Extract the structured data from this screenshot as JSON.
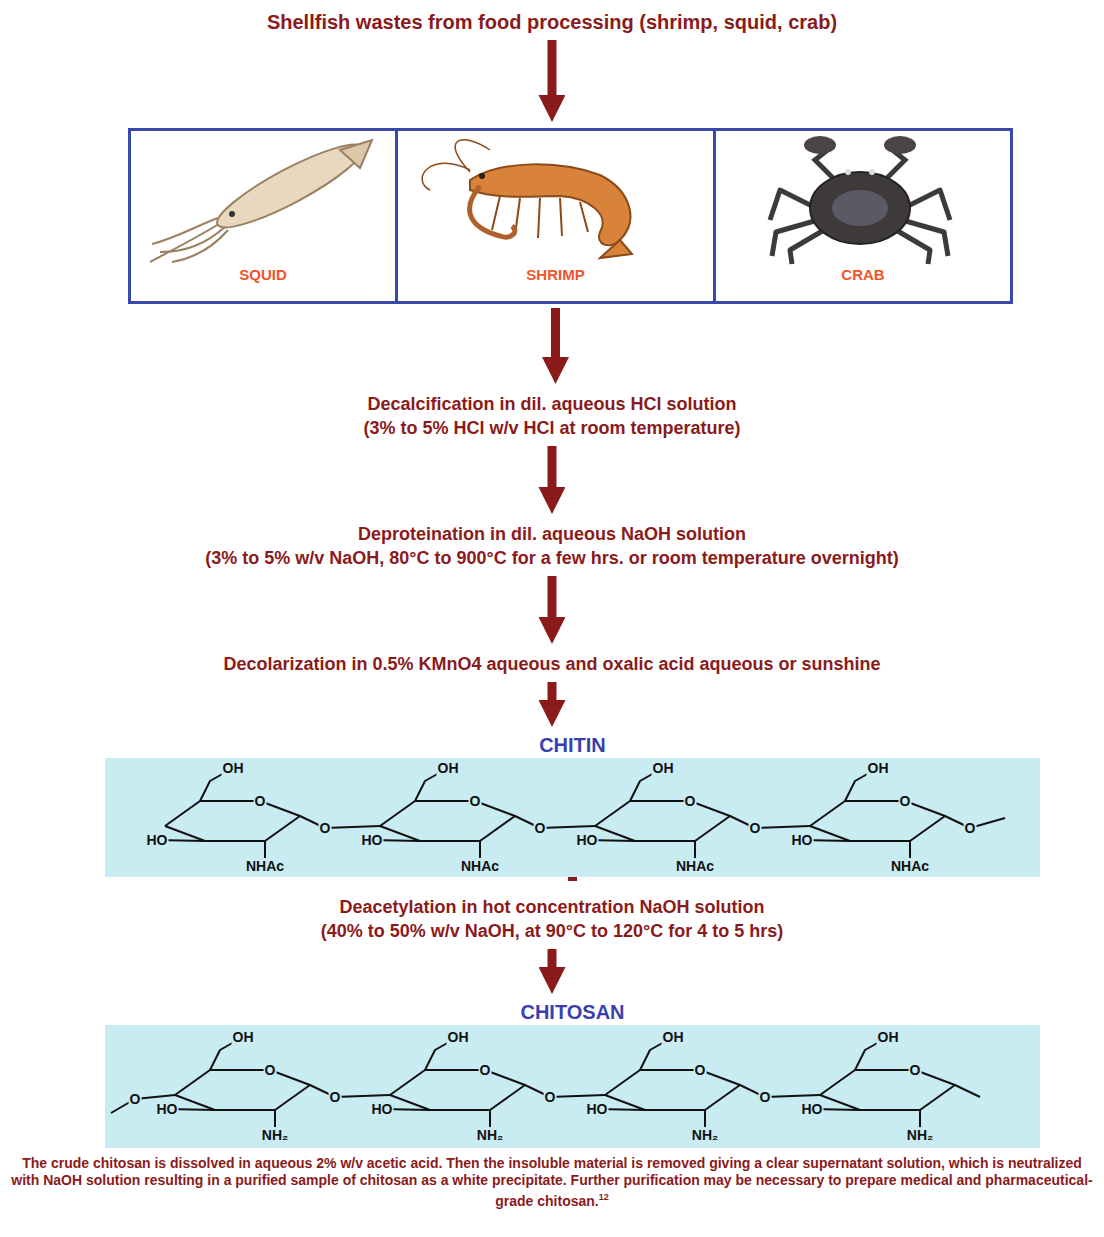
{
  "diagram": {
    "caption": "The crude chitosan is dissolved in aqueous 2% w/v acetic acid. Then the insoluble material is removed giving a clear supernatant solution, which is neutralized with NaOH solution resulting in a purified sample of chitosan as a white precipitate. Further purification may be necessary to prepare medical and pharmaceutical-grade chitosan.",
    "nodes": [
      {
        "text": [
          "Shellfish wastes from food processing (shrimp, squid, crab)"
        ]
      },
      {
        "text": [
          "SQUID"
        ]
      },
      {
        "text": [
          "SHRIMP"
        ]
      },
      {
        "text": [
          "CRAB"
        ]
      },
      {
        "text": [
          "Decalcification in dil. aqueous HCl solution",
          "(3% to 5% HCl w/v HCl at room temperature)"
        ]
      },
      {
        "text": [
          "Deproteination in dil. aqueous NaOH solution",
          "(3% to 5% w/v NaOH, 80°C to 900°C for a few hrs. or room temperature overnight)"
        ]
      },
      {
        "text": [
          "Decolarization in 0.5% KMnO4 aqueous and oxalic acid aqueous or sunshine"
        ]
      },
      {
        "text": [
          "CHITIN"
        ]
      },
      {
        "text": [
          "Deacetylation in hot concentration NaOH solution",
          "(40% to 50% w/v NaOH, at 90°C to 120°C for 4 to 5 hrs)"
        ]
      },
      {
        "text": [
          "CHITOSAN"
        ]
      }
    ],
    "edges": [
      {
        "from": 0,
        "to": 2,
        "arrow": "to"
      },
      {
        "from": 2,
        "to": 4,
        "arrow": "to"
      },
      {
        "from": 4,
        "to": 5,
        "arrow": "to"
      },
      {
        "from": 5,
        "to": 6,
        "arrow": "to"
      },
      {
        "from": 6,
        "to": 7,
        "arrow": "to"
      },
      {
        "from": 7,
        "to": 8,
        "arrow": "to"
      },
      {
        "from": 8,
        "to": 9,
        "arrow": "to"
      }
    ],
    "labels": [
      "OH",
      "O",
      "HO",
      "NHAc",
      "O",
      "OH",
      "O",
      "HO",
      "NHAc",
      "O",
      "OH",
      "O",
      "HO",
      "NHAc",
      "O",
      "OH",
      "O",
      "HO",
      "NHAc",
      "O",
      "O",
      "OH",
      "O",
      "HO",
      "NH₂",
      "O",
      "OH",
      "O",
      "HO",
      "NH₂",
      "O",
      "OH",
      "O",
      "HO",
      "NH₂",
      "O",
      "OH",
      "O",
      "HO",
      "NH₂",
      "12"
    ]
  }
}
